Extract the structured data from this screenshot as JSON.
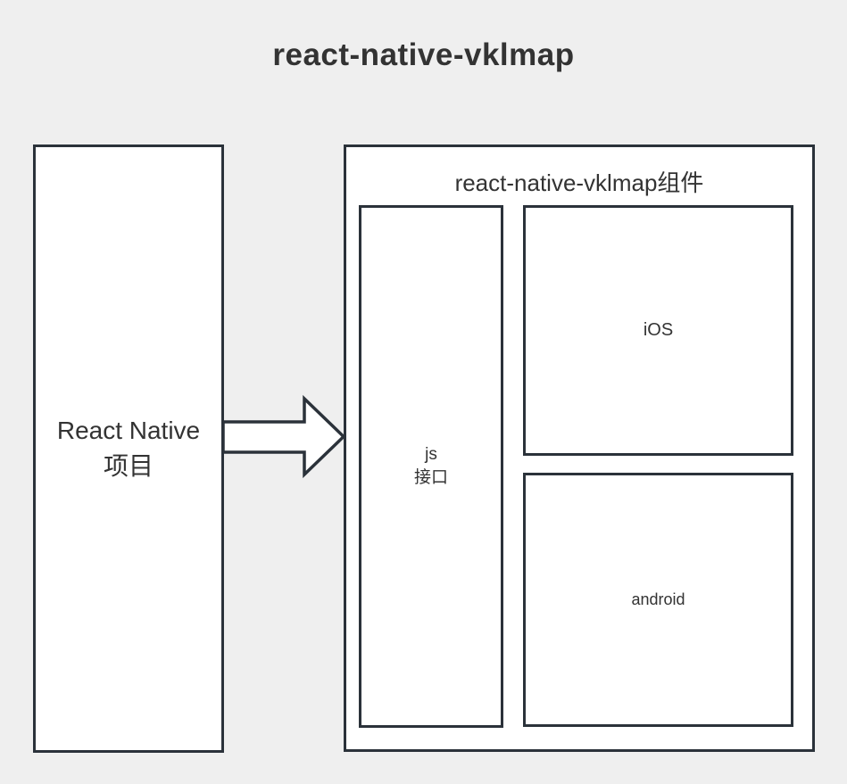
{
  "page": {
    "title": "react-native-vklmap",
    "colors": {
      "background": "#efefef",
      "stroke": "#2b323a",
      "box_fill": "#ffffff",
      "text": "#333333"
    }
  },
  "diagram": {
    "left_box": {
      "label_line1": "React Native",
      "label_line2": "项目"
    },
    "arrow": {
      "direction": "right"
    },
    "container": {
      "title": "react-native-vklmap组件",
      "js_box": {
        "label_line1": "js",
        "label_line2": "接口"
      },
      "ios_box": {
        "label": "iOS"
      },
      "android_box": {
        "label": "android"
      }
    }
  }
}
